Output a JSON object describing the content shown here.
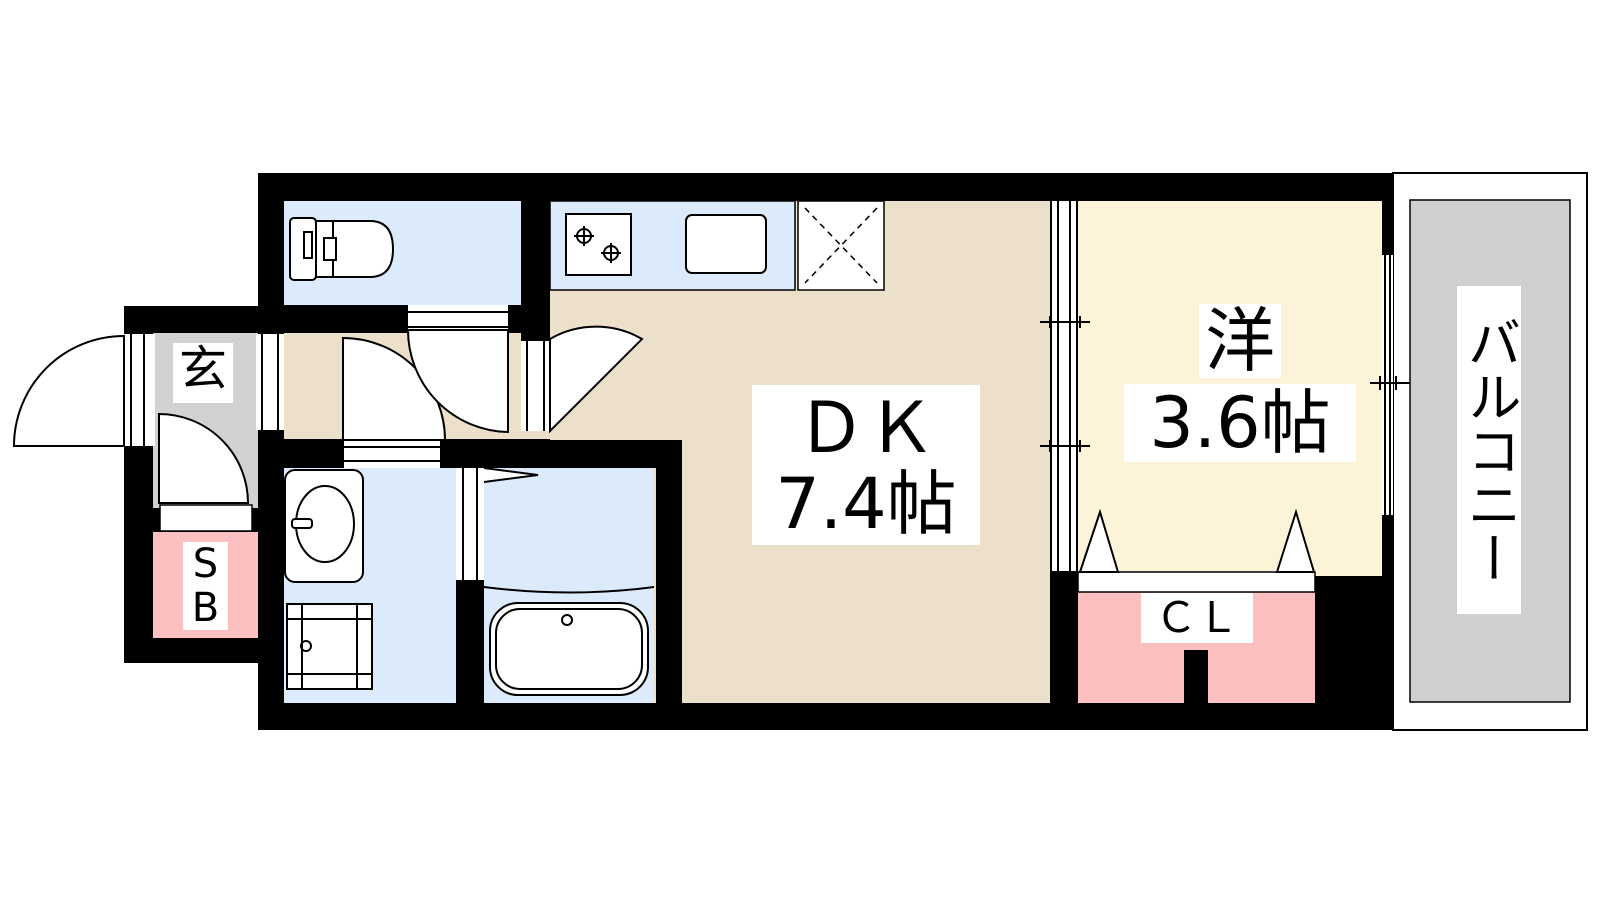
{
  "rooms": {
    "dk": {
      "name": "ＤＫ",
      "size": "7.4帖"
    },
    "western": {
      "name": "洋",
      "size": "3.6帖"
    },
    "entrance": {
      "name": "玄"
    },
    "shoebox": {
      "line1": "S",
      "line2": "B"
    },
    "closet": {
      "name": "ＣＬ"
    },
    "balcony": {
      "name": "バルコニー"
    }
  },
  "colors": {
    "wall": "#000000",
    "wet_area": "#dcebfc",
    "dk_floor": "#ede0cb",
    "western_floor": "#fdf3d9",
    "storage": "#fdc0c0",
    "balcony": "#cfcfcf",
    "entrance_floor": "#d2d2d2"
  }
}
